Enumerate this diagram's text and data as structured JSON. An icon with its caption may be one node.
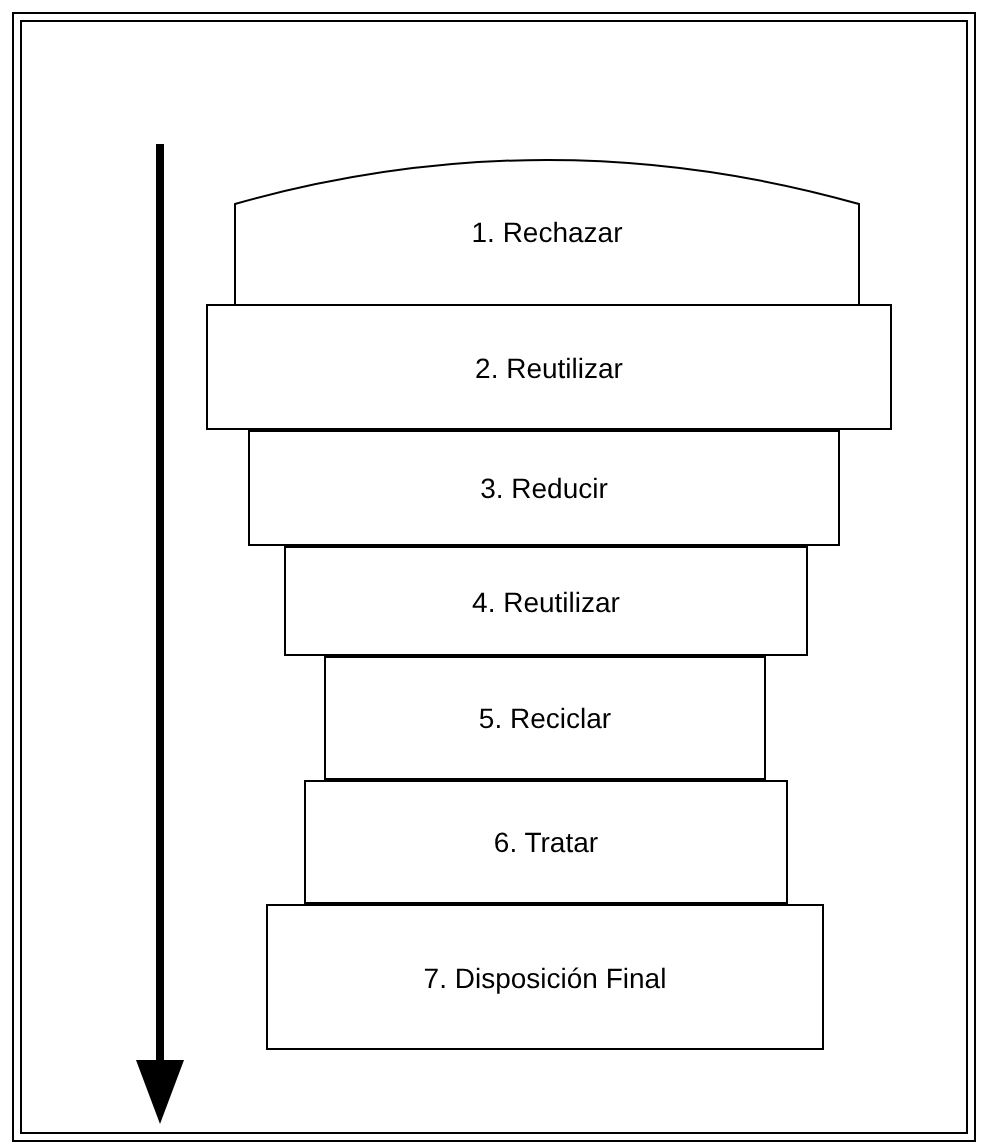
{
  "diagram": {
    "nodes": [
      {
        "text": [
          "1. Rechazar"
        ]
      },
      {
        "text": [
          "2. Reutilizar"
        ]
      },
      {
        "text": [
          "3. Reducir"
        ]
      },
      {
        "text": [
          "4. Reutilizar"
        ]
      },
      {
        "text": [
          "5. Reciclar"
        ]
      },
      {
        "text": [
          "6. Tratar"
        ]
      },
      {
        "text": [
          "7. Disposición Final"
        ]
      }
    ]
  }
}
